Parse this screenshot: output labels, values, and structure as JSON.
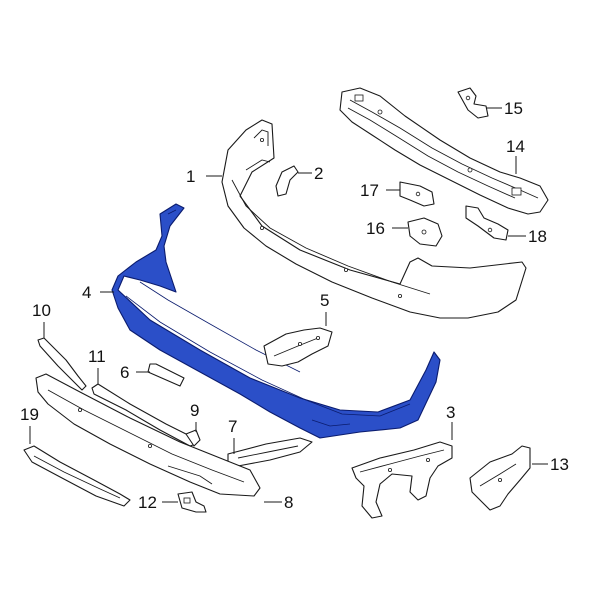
{
  "diagram": {
    "highlight_color": "#2b4fc8",
    "callouts": [
      {
        "id": "c1",
        "label": "1"
      },
      {
        "id": "c2",
        "label": "2"
      },
      {
        "id": "c3",
        "label": "3"
      },
      {
        "id": "c4",
        "label": "4"
      },
      {
        "id": "c5",
        "label": "5"
      },
      {
        "id": "c6",
        "label": "6"
      },
      {
        "id": "c7",
        "label": "7"
      },
      {
        "id": "c8",
        "label": "8"
      },
      {
        "id": "c9",
        "label": "9"
      },
      {
        "id": "c10",
        "label": "10"
      },
      {
        "id": "c11",
        "label": "11"
      },
      {
        "id": "c12",
        "label": "12"
      },
      {
        "id": "c13",
        "label": "13"
      },
      {
        "id": "c14",
        "label": "14"
      },
      {
        "id": "c15",
        "label": "15"
      },
      {
        "id": "c16",
        "label": "16"
      },
      {
        "id": "c17",
        "label": "17"
      },
      {
        "id": "c18",
        "label": "18"
      },
      {
        "id": "c19",
        "label": "19"
      }
    ]
  }
}
